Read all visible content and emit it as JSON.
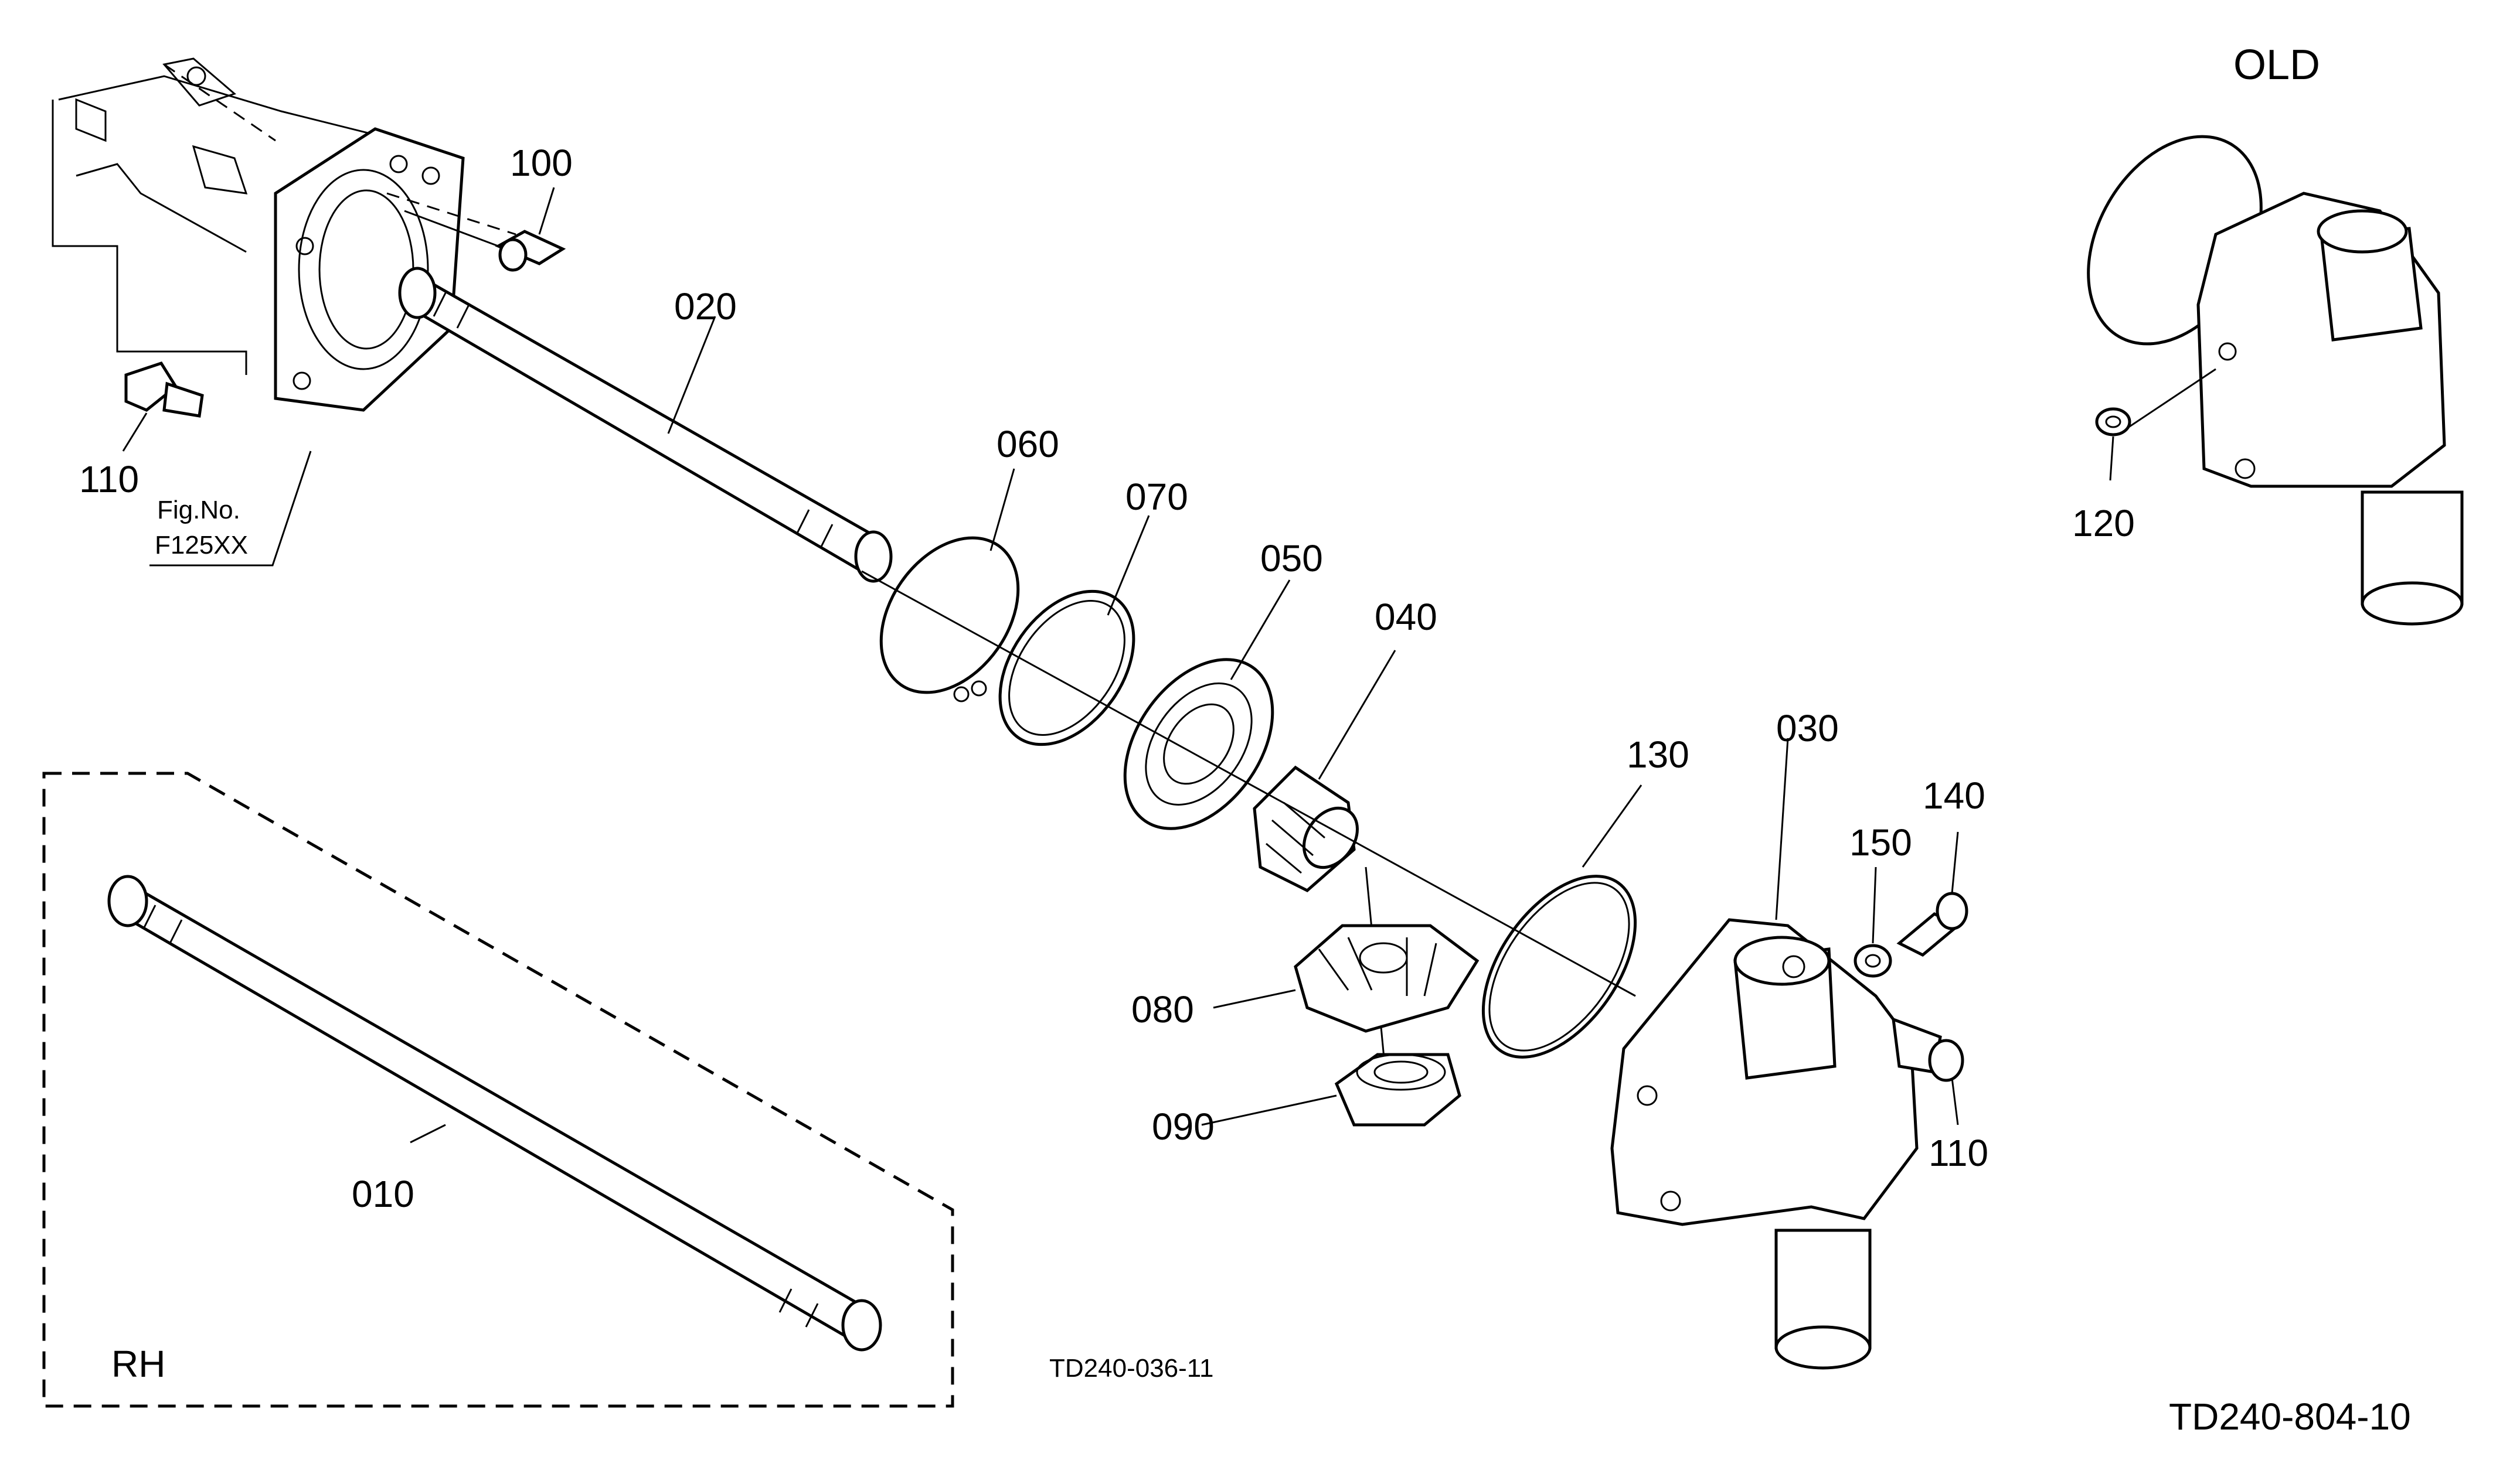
{
  "labels": {
    "p010": "010",
    "p020": "020",
    "p030": "030",
    "p040": "040",
    "p050": "050",
    "p060": "060",
    "p070": "070",
    "p080": "080",
    "p090": "090",
    "p100": "100",
    "p110_left": "110",
    "p110_right": "110",
    "p120": "120",
    "p130": "130",
    "p140": "140",
    "p150": "150"
  },
  "fig_ref": {
    "line1": "Fig.No.",
    "line2": "F125XX"
  },
  "variant_old": "OLD",
  "variant_rh": "RH",
  "drawing_code": "TD240-036-11",
  "page_code": "TD240-804-10"
}
